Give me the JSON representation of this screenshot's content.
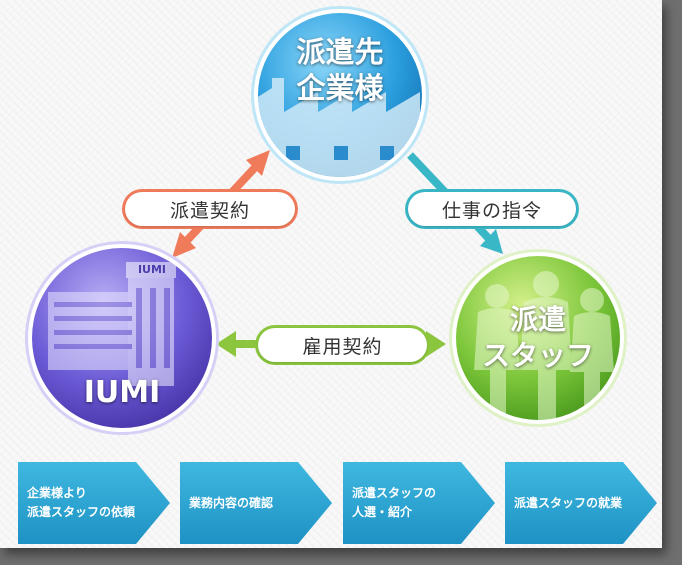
{
  "nodes": {
    "client": {
      "line1": "派遣先",
      "line2": "企業様"
    },
    "iumi": {
      "label": "IUMI",
      "sign": "IUMI"
    },
    "staff": {
      "line1": "派遣",
      "line2": "スタッフ"
    }
  },
  "relations": {
    "dispatch_contract": "派遣契約",
    "work_instruction": "仕事の指令",
    "employment_contract": "雇用契約"
  },
  "steps": [
    {
      "line1": "企業様より",
      "line2": "派遣スタッフの依頼"
    },
    {
      "line1": "業務内容の確認",
      "line2": ""
    },
    {
      "line1": "派遣スタッフの",
      "line2": "人選・紹介"
    },
    {
      "line1": "派遣スタッフの就業",
      "line2": ""
    }
  ],
  "colors": {
    "client_circle": "#2a9ede",
    "iumi_circle": "#6b5bd6",
    "staff_circle": "#7cc63a",
    "dispatch_arrow": "#f07b5a",
    "instruction_arrow": "#3ab7c7",
    "employment_arrow": "#8cc63e",
    "step_blue": "#25a0d2"
  }
}
